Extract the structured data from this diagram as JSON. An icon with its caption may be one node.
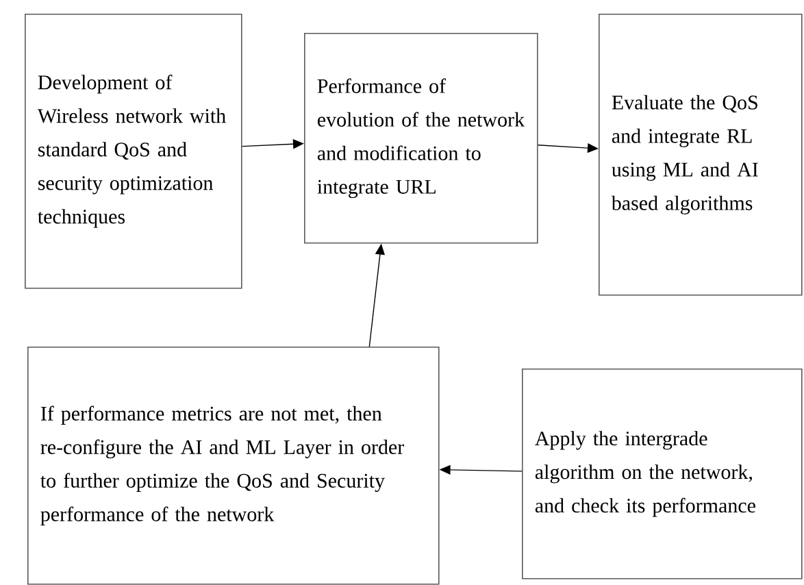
{
  "diagram": {
    "nodes": [
      {
        "text": [
          "Development of Wireless network with standard QoS and security optimization techniques"
        ]
      },
      {
        "text": [
          "Performance of evolution of the network and modification to integrate URL"
        ]
      },
      {
        "text": [
          "Evaluate the QoS and integrate RL using ML and AI based algorithms"
        ]
      },
      {
        "text": [
          "If performance metrics are not met, then re-configure the AI and ML Layer in order to further optimize the QoS and Security performance of the network"
        ]
      },
      {
        "text": [
          "Apply the intergrade algorithm on the network, and check its performance"
        ]
      }
    ],
    "edges": [
      {
        "from": 0,
        "to": 1,
        "arrow": "to"
      },
      {
        "from": 1,
        "to": 2,
        "arrow": "to"
      },
      {
        "from": 4,
        "to": 3,
        "arrow": "to"
      },
      {
        "from": 3,
        "to": 1,
        "arrow": "to"
      }
    ]
  }
}
